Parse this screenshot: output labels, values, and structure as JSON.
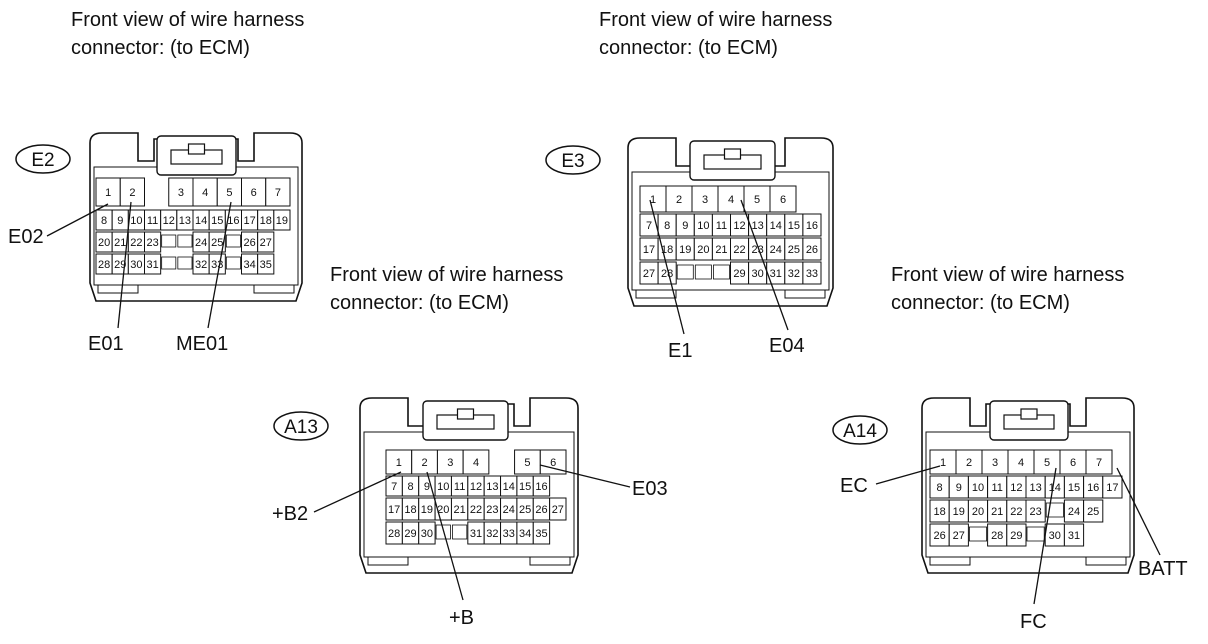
{
  "captions": [
    {
      "line1": "Front view of wire harness",
      "line2": "connector: (to ECM)"
    },
    {
      "line1": "Front view of wire harness",
      "line2": "connector: (to ECM)"
    },
    {
      "line1": "Front view of wire harness",
      "line2": "connector: (to ECM)"
    },
    {
      "line1": "Front view of wire harness",
      "line2": "connector: (to ECM)"
    }
  ],
  "connectors": [
    {
      "id": "E2",
      "rows": [
        [
          "1",
          "2",
          "",
          "3",
          "4",
          "5",
          "6",
          "7"
        ],
        [
          "8",
          "9",
          "10",
          "11",
          "12",
          "13",
          "14",
          "15",
          "16",
          "17",
          "18",
          "19"
        ],
        [
          "20",
          "21",
          "22",
          "23",
          "",
          "",
          "24",
          "25",
          "",
          "26",
          "27"
        ],
        [
          "28",
          "29",
          "30",
          "31",
          "",
          "",
          "32",
          "33",
          "",
          "34",
          "35"
        ]
      ],
      "terminals": [
        "E02",
        "E01",
        "ME01"
      ]
    },
    {
      "id": "E3",
      "rows": [
        [
          "1",
          "2",
          "3",
          "4",
          "5",
          "6"
        ],
        [
          "7",
          "8",
          "9",
          "10",
          "11",
          "12",
          "13",
          "14",
          "15",
          "16"
        ],
        [
          "17",
          "18",
          "19",
          "20",
          "21",
          "22",
          "23",
          "24",
          "25",
          "26"
        ],
        [
          "27",
          "28",
          "",
          "",
          "",
          "29",
          "30",
          "31",
          "32",
          "33"
        ]
      ],
      "terminals": [
        "E1",
        "E04"
      ]
    },
    {
      "id": "A13",
      "rows": [
        [
          "1",
          "2",
          "3",
          "4",
          "",
          "5",
          "6"
        ],
        [
          "7",
          "8",
          "9",
          "10",
          "11",
          "12",
          "13",
          "14",
          "15",
          "16"
        ],
        [
          "17",
          "18",
          "19",
          "20",
          "21",
          "22",
          "23",
          "24",
          "25",
          "26",
          "27"
        ],
        [
          "28",
          "29",
          "30",
          "",
          "",
          "31",
          "32",
          "33",
          "34",
          "35"
        ]
      ],
      "terminals": [
        "+B2",
        "+B",
        "E03"
      ]
    },
    {
      "id": "A14",
      "rows": [
        [
          "1",
          "2",
          "3",
          "4",
          "5",
          "6",
          "7"
        ],
        [
          "8",
          "9",
          "10",
          "11",
          "12",
          "13",
          "14",
          "15",
          "16",
          "17"
        ],
        [
          "18",
          "19",
          "20",
          "21",
          "22",
          "23",
          "",
          "24",
          "25"
        ],
        [
          "26",
          "27",
          "",
          "28",
          "29",
          "",
          "30",
          "31"
        ]
      ],
      "terminals": [
        "EC",
        "FC",
        "BATT"
      ]
    }
  ]
}
